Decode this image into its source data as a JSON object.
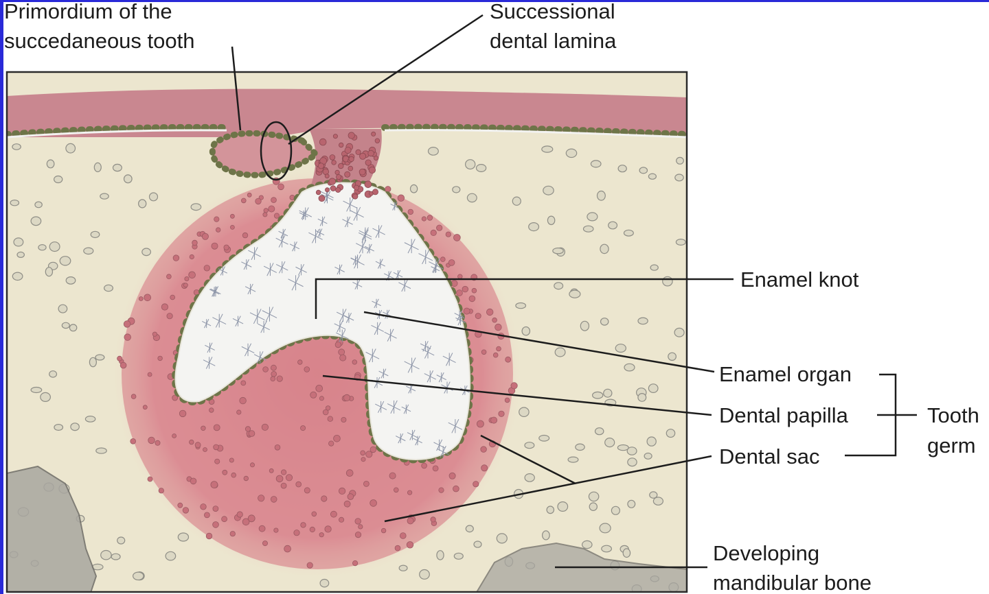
{
  "labels": {
    "primordium_line1": "Primordium of the",
    "primordium_line2": "succedaneous tooth",
    "successional_line1": "Successional",
    "successional_line2": "dental lamina",
    "enamel_knot": "Enamel knot",
    "enamel_organ": "Enamel organ",
    "dental_papilla": "Dental papilla",
    "dental_sac": "Dental sac",
    "tooth_germ_line1": "Tooth",
    "tooth_germ_line2": "germ",
    "bone_line1": "Developing",
    "bone_line2": "mandibular bone"
  },
  "colors": {
    "tissue_background": "#ece6cf",
    "epithelium": "#c98790",
    "dental_sac_pink": "#d9868e",
    "enamel_organ_fill": "#f4f4f2",
    "cell_ring": "#6e7448",
    "frame": "#2a2a2a",
    "page_border": "#2a2ad8"
  }
}
